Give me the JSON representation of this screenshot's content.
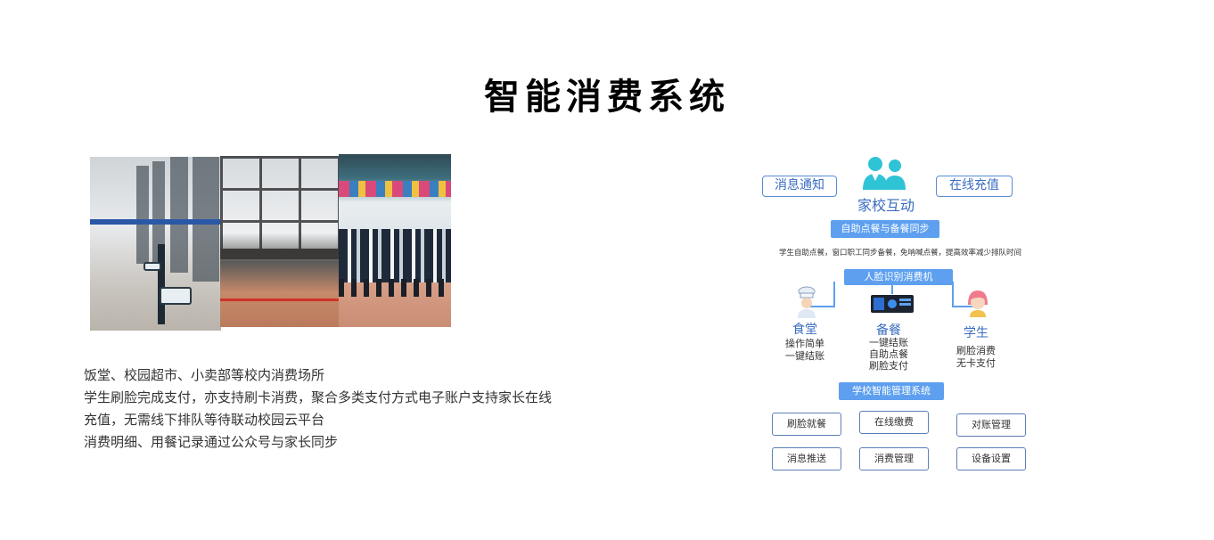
{
  "page": {
    "title": "智能消费系统"
  },
  "description": {
    "lines": [
      "饭堂、校园超市、小卖部等校内消费场所",
      "学生刷脸完成支付，亦支持刷卡消费，聚合多类支付方式电子账户支持家长在线",
      "充值，无需线下排队等待联动校园云平台",
      "消费明细、用餐记录通过公众号与家长同步"
    ]
  },
  "diagram": {
    "top": {
      "left_box": "消息通知",
      "center_label": "家校互动",
      "right_box": "在线充值"
    },
    "sync_pill": "自助点餐与备餐同步",
    "flow_text": "学生自助点餐，窗口职工同步备餐，免呐喊点餐，提高效率减少排队时间",
    "face_machine_pill": "人脸识别消费机",
    "roles": [
      {
        "title": "食堂",
        "items": [
          "操作简单",
          "一键结账"
        ]
      },
      {
        "title": "备餐",
        "items": [
          "一键结账",
          "自助点餐",
          "刷脸支付"
        ]
      },
      {
        "title": "学生",
        "items": [
          "刷脸消费",
          "无卡支付"
        ]
      }
    ],
    "system_pill": "学校智能管理系统",
    "modules": [
      "刷脸就餐",
      "在线缴费",
      "对账管理",
      "消息推送",
      "消费管理",
      "设备设置"
    ],
    "colors": {
      "accent": "#5ea0ef",
      "border": "#5b8bd6",
      "icon_teal": "#2fc3d6"
    }
  }
}
